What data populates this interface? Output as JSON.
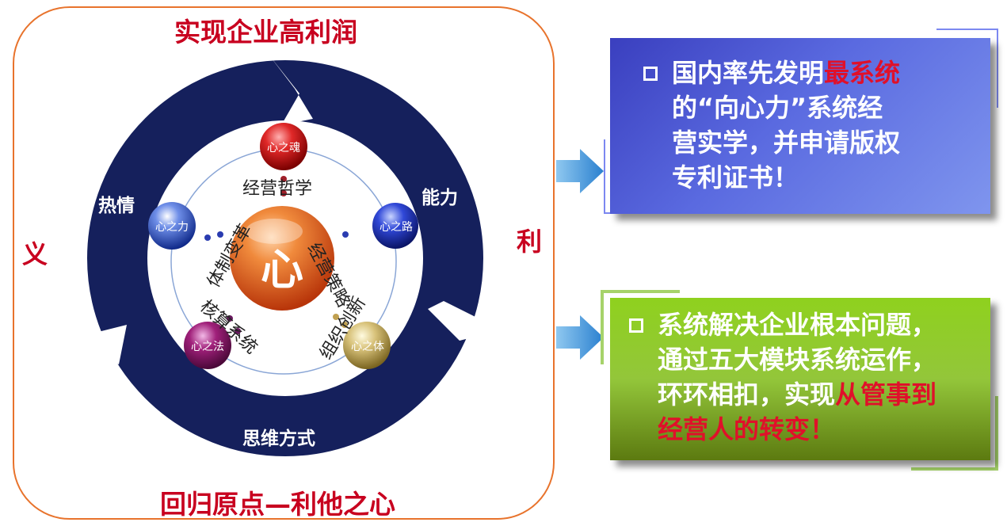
{
  "top_title": "实现企业高利润",
  "bottom_title": "回归原点—利他之心",
  "left_char": "义",
  "right_char": "利",
  "ring": {
    "top_right": "能力",
    "left": "热情",
    "bottom": "思维方式"
  },
  "center": "心",
  "nodes": {
    "soul": "心之魂",
    "way": "心之路",
    "body": "心之体",
    "law": "心之法",
    "force": "心之力"
  },
  "inner_labels": {
    "philosophy": "经营哲学",
    "strategy": "经营策略",
    "innovation": "组织创新",
    "accounting": "核算系统",
    "reform": "体制变革"
  },
  "box1": {
    "line1_a": "国内率先发明",
    "line1_b": "最系统",
    "line2": "的“向心力”系统经",
    "line3": "营实学，并申请版权",
    "line4": "专利证书！"
  },
  "box2": {
    "line1": "系统解决企业根本问题，",
    "line2": "通过五大模块系统运作，",
    "line3_a": "环环相扣，实现",
    "line3_b": "从管事到",
    "line4": "经营人的转变！"
  },
  "colors": {
    "red": "#c8001f",
    "navy": "#15205c",
    "frame": "#e8732c"
  }
}
